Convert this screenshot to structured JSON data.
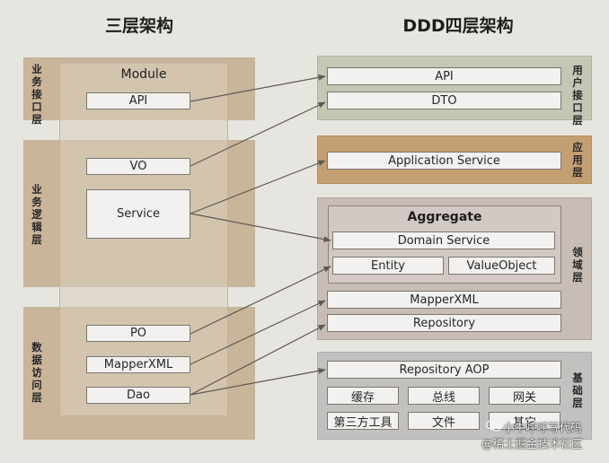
{
  "titles": {
    "left": "三层架构",
    "right": "DDD四层架构"
  },
  "left": {
    "module": "Module",
    "layers": [
      {
        "label": "业务接口层"
      },
      {
        "label": "业务逻辑层"
      },
      {
        "label": "数据访问层"
      }
    ],
    "boxes": {
      "api": "API",
      "vo": "VO",
      "service": "Service",
      "po": "PO",
      "mapperxml": "MapperXML",
      "dao": "Dao"
    }
  },
  "right": {
    "user_layer": {
      "label": "用户接口层",
      "api": "API",
      "dto": "DTO"
    },
    "app_layer": {
      "label": "应用层",
      "service": "Application Service"
    },
    "domain_layer": {
      "label": "领域层",
      "aggregate": "Aggregate",
      "domain_service": "Domain Service",
      "entity": "Entity",
      "value_object": "ValueObject",
      "mapperxml": "MapperXML",
      "repository": "Repository"
    },
    "infra_layer": {
      "label": "基础层",
      "repository_aop": "Repository AOP",
      "items": [
        "缓存",
        "总线",
        "网关",
        "第三方工具",
        "文件",
        "其它"
      ]
    }
  },
  "watermark": {
    "line1": "小牛呼呼写代码",
    "line2": "@稀土掘金技术社区"
  }
}
